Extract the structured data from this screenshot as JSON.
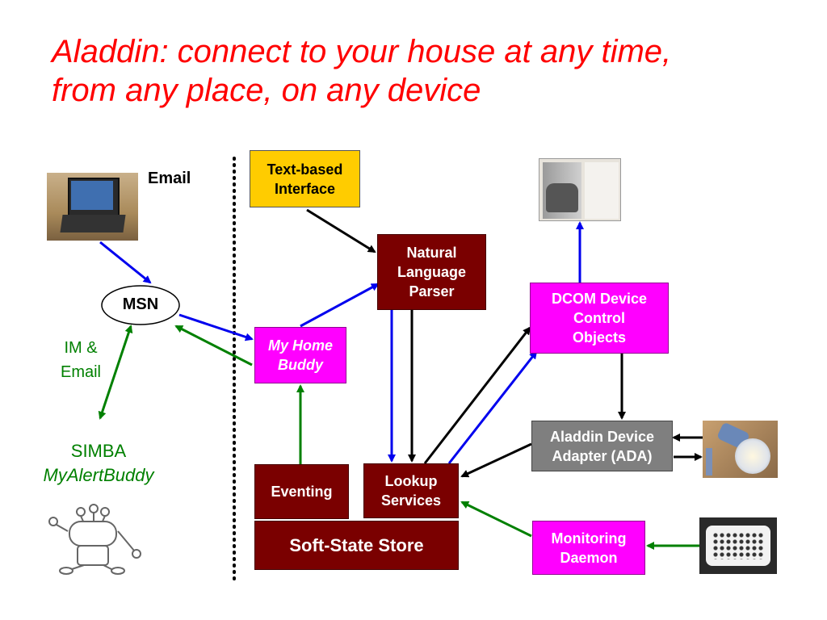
{
  "title": {
    "line1": "Aladdin: connect to your house at any time,",
    "line2": "from any place, on any device"
  },
  "labels": {
    "email": "Email",
    "msn": "MSN",
    "im_email_1": "IM &",
    "im_email_2": "Email",
    "simba": "SIMBA",
    "myalertbuddy": "MyAlertBuddy"
  },
  "boxes": {
    "text_interface": [
      "Text-based",
      "Interface"
    ],
    "nlp": [
      "Natural",
      "Language",
      "Parser"
    ],
    "home_buddy": [
      "My Home",
      "Buddy"
    ],
    "dcom": [
      "DCOM Device",
      "Control",
      "Objects"
    ],
    "ada": [
      "Aladdin Device",
      "Adapter (ADA)"
    ],
    "eventing": "Eventing",
    "lookup": [
      "Lookup",
      "Services"
    ],
    "soft_state": "Soft-State Store",
    "monitoring": [
      "Monitoring",
      "Daemon"
    ]
  },
  "colors": {
    "title": "#ff0000",
    "blue_arrow": "#0000ee",
    "black_arrow": "#000000",
    "green_arrow": "#008000",
    "im_text": "#008000",
    "yellow": "#ffcc00",
    "maroon": "#7a0000",
    "magenta": "#ff00ff",
    "gray": "#7f7f7f"
  }
}
